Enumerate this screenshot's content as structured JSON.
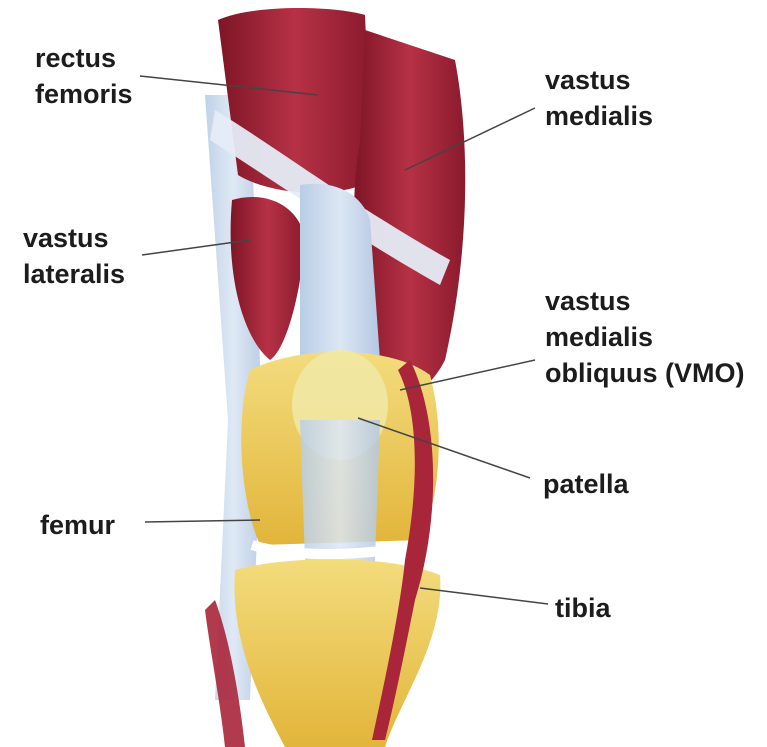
{
  "diagram": {
    "labels": {
      "rectus_femoris": [
        "rectus",
        "femoris"
      ],
      "vastus_medialis": [
        "vastus",
        "medialis"
      ],
      "vastus_lateralis": [
        "vastus",
        "lateralis"
      ],
      "vmo": [
        "vastus",
        "medialis",
        "obliquus (VMO)"
      ],
      "patella": [
        "patella"
      ],
      "femur": [
        "femur"
      ],
      "tibia": [
        "tibia"
      ]
    },
    "colors": {
      "muscle": "#a8253a",
      "muscle_dark": "#7e1526",
      "tendon": "#c9d8ec",
      "bone": "#e9c24a",
      "bone_light": "#f3dc7d",
      "leader_line": "#444444"
    }
  }
}
